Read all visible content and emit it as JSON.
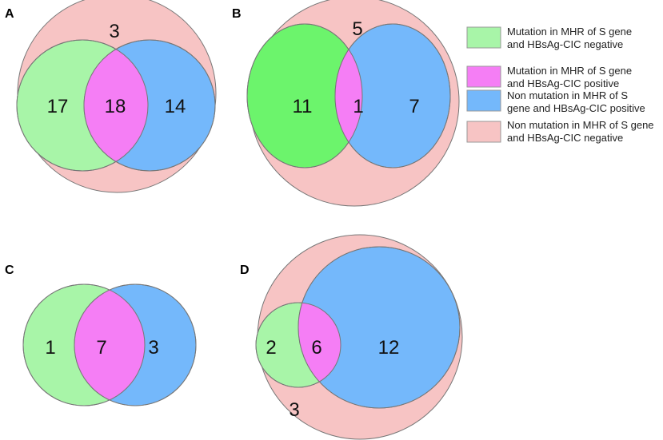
{
  "colors": {
    "mutation_negative": "#a8f5a8",
    "mutation_negative_B": "#6cf46c",
    "mutation_positive": "#f57ef5",
    "nonmutation_positive": "#74b8fb",
    "nonmutation_negative": "#f7c4c4",
    "stroke": "#777777"
  },
  "legend": [
    {
      "color_key": "mutation_negative",
      "line1": "Mutation in MHR of S gene",
      "line2": "and HBsAg-CIC negative"
    },
    {
      "color_key": "mutation_positive",
      "line1": "Mutation in MHR of S gene",
      "line2": "and HBsAg-CIC positive"
    },
    {
      "color_key": "nonmutation_positive",
      "line1": "Non mutation in MHR of S",
      "line2": "gene and HBsAg-CIC positive"
    },
    {
      "color_key": "nonmutation_negative",
      "line1": "Non mutation in MHR of S gene",
      "line2": "and HBsAg-CIC negative"
    }
  ],
  "panels": [
    {
      "label": "A",
      "mutation_negative": "17",
      "mutation_positive": "18",
      "nonmutation_positive": "14",
      "nonmutation_negative": "3"
    },
    {
      "label": "B",
      "mutation_negative": "11",
      "mutation_positive": "1",
      "nonmutation_positive": "7",
      "nonmutation_negative": "5"
    },
    {
      "label": "C",
      "mutation_negative": "1",
      "mutation_positive": "7",
      "nonmutation_positive": "3"
    },
    {
      "label": "D",
      "mutation_negative": "2",
      "mutation_positive": "6",
      "nonmutation_positive": "12",
      "nonmutation_negative": "3"
    }
  ]
}
